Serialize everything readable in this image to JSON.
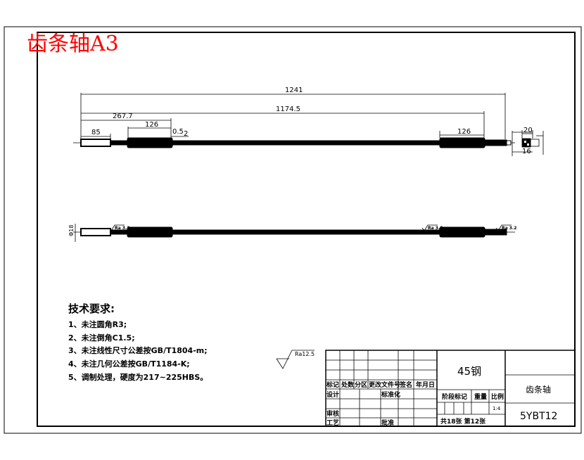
{
  "title": "齿条轴A3",
  "title_color": "#ff0000",
  "dimensions": {
    "overall": "1241",
    "span": "1174.5",
    "left_offset": "267.7",
    "left_tooth": "126",
    "left_end": "85",
    "gap": "0.5",
    "step": "2",
    "right_tooth": "126",
    "end_width": "20",
    "end_height": "16",
    "left_dia": "Φ18"
  },
  "roughness_marks": [
    "Ra 3.2",
    "Ra 3.2",
    "Ra 3.2"
  ],
  "roughness_default": "Ra12.5",
  "requirements": {
    "heading": "技术要求:",
    "items": [
      "1、未注圆角R3;",
      "2、未注倒角C1.5;",
      "3、未注线性尺寸公差按GB/T1804-m;",
      "4、未注几何公差按GB/T1184-K;",
      "5、调制处理，硬度为217~225HBS。"
    ]
  },
  "title_block": {
    "material": "45钢",
    "part_name": "齿条轴",
    "drawing_no": "5YBT12",
    "headers": [
      "标记",
      "处数",
      "分区",
      "更改文件号",
      "签名",
      "年月日"
    ],
    "design": "设计",
    "standard": "标准化",
    "check": "审核",
    "process": "工艺",
    "approve": "批准",
    "stage": "阶段标记",
    "weight": "重量",
    "scale_label": "比例",
    "scale": "1:4",
    "sheets": "共18张 第12张"
  }
}
